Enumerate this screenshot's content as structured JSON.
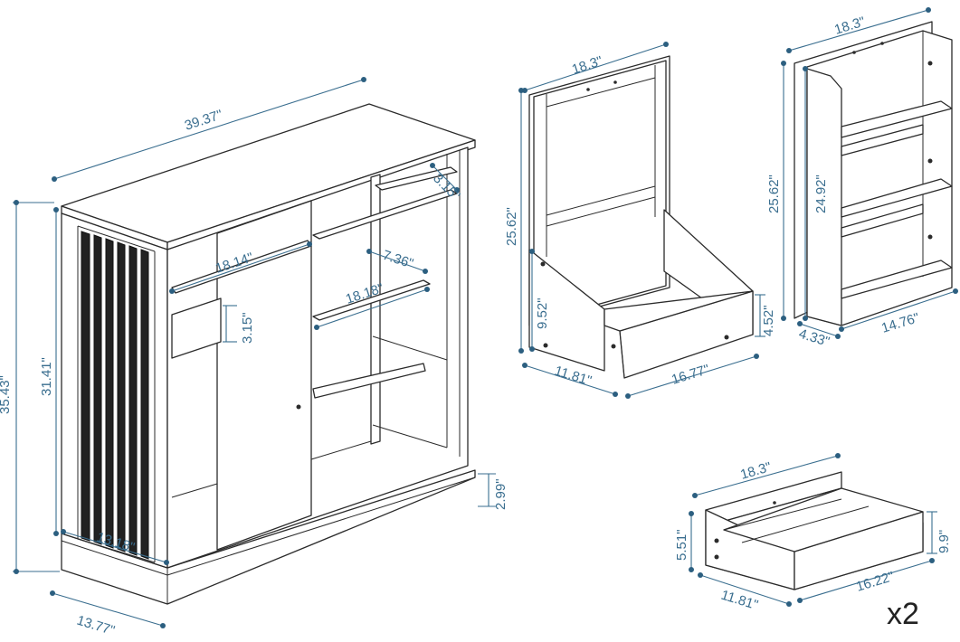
{
  "colors": {
    "dimension_line": "#3a6e8f",
    "outline": "#2b2b2b",
    "door_slats": "#222222",
    "background": "#ffffff"
  },
  "main_cabinet": {
    "width": "39.37\"",
    "height_total": "35.43\"",
    "height_body": "31.41\"",
    "depth": "13.77\"",
    "inner_depth": "13.18\"",
    "hanging_rod": "18.14\"",
    "rod_drop": "3.15\"",
    "top_gap": "3.15\"",
    "shelf_depth": "7.36\"",
    "shelf_width": "18.18\"",
    "base_height": "2.99\""
  },
  "dress_up_bin": {
    "width": "18.3\"",
    "height": "25.62\"",
    "bin_height": "9.52\"",
    "depth": "11.81\"",
    "bin_width": "16.77\"",
    "front_height": "4.52\""
  },
  "side_rack": {
    "width": "18.3\"",
    "height_outer": "25.62\"",
    "height_inner": "24.92\"",
    "depth": "4.33\"",
    "inner_width": "14.76\""
  },
  "drawer": {
    "width": "18.3\"",
    "height": "5.51\"",
    "front_height": "9.9\"",
    "depth": "11.81\"",
    "inner_width": "16.22\"",
    "quantity": "x2"
  }
}
